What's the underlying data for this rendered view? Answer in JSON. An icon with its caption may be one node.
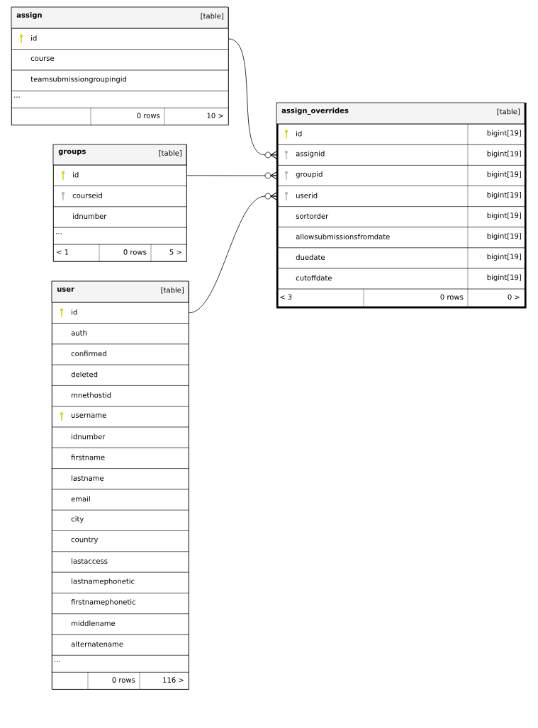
{
  "diagram": {
    "nodes": [
      {
        "text": [
          "assign",
          "[table]"
        ]
      },
      {
        "text": [
          "id"
        ],
        "in": 0
      },
      {
        "text": [
          "course"
        ],
        "in": 0
      },
      {
        "text": [
          "teamsubmissiongroupingid"
        ],
        "in": 0
      },
      {
        "text": [
          "..."
        ],
        "in": 0
      },
      {
        "text": [
          "0 rows",
          "10 >"
        ],
        "in": 0
      },
      {
        "text": [
          "assign_overrides",
          "[table]"
        ]
      },
      {
        "text": [
          "id",
          "bigint[19]"
        ],
        "in": 6
      },
      {
        "text": [
          "assignid",
          "bigint[19]"
        ],
        "in": 6
      },
      {
        "text": [
          "groupid",
          "bigint[19]"
        ],
        "in": 6
      },
      {
        "text": [
          "userid",
          "bigint[19]"
        ],
        "in": 6
      },
      {
        "text": [
          "sortorder",
          "bigint[19]"
        ],
        "in": 6
      },
      {
        "text": [
          "allowsubmissionsfromdate",
          "bigint[19]"
        ],
        "in": 6
      },
      {
        "text": [
          "duedate",
          "bigint[19]"
        ],
        "in": 6
      },
      {
        "text": [
          "cutoffdate",
          "bigint[19]"
        ],
        "in": 6
      },
      {
        "text": [
          "< 3",
          "0 rows",
          "0 >"
        ],
        "in": 6
      },
      {
        "text": [
          "groups",
          "[table]"
        ]
      },
      {
        "text": [
          "id"
        ],
        "in": 16
      },
      {
        "text": [
          "courseid"
        ],
        "in": 16
      },
      {
        "text": [
          "idnumber"
        ],
        "in": 16
      },
      {
        "text": [
          "..."
        ],
        "in": 16
      },
      {
        "text": [
          "< 1",
          "0 rows",
          "5 >"
        ],
        "in": 16
      },
      {
        "text": [
          "user",
          "[table]"
        ]
      },
      {
        "text": [
          "id"
        ],
        "in": 22
      },
      {
        "text": [
          "auth"
        ],
        "in": 22
      },
      {
        "text": [
          "confirmed"
        ],
        "in": 22
      },
      {
        "text": [
          "deleted"
        ],
        "in": 22
      },
      {
        "text": [
          "mnethostid"
        ],
        "in": 22
      },
      {
        "text": [
          "username"
        ],
        "in": 22
      },
      {
        "text": [
          "idnumber"
        ],
        "in": 22
      },
      {
        "text": [
          "firstname"
        ],
        "in": 22
      },
      {
        "text": [
          "lastname"
        ],
        "in": 22
      },
      {
        "text": [
          "email"
        ],
        "in": 22
      },
      {
        "text": [
          "city"
        ],
        "in": 22
      },
      {
        "text": [
          "country"
        ],
        "in": 22
      },
      {
        "text": [
          "lastaccess"
        ],
        "in": 22
      },
      {
        "text": [
          "lastnamephonetic"
        ],
        "in": 22
      },
      {
        "text": [
          "firstnamephonetic"
        ],
        "in": 22
      },
      {
        "text": [
          "middlename"
        ],
        "in": 22
      },
      {
        "text": [
          "alternatename"
        ],
        "in": 22
      },
      {
        "text": [
          "..."
        ],
        "in": 22
      },
      {
        "text": [
          "0 rows",
          "116 >"
        ],
        "in": 22
      }
    ],
    "edges": [
      {
        "from": 1,
        "to": 8,
        "arrow": "other"
      },
      {
        "from": 17,
        "to": 9,
        "arrow": "other"
      },
      {
        "from": 23,
        "to": 10,
        "arrow": "other"
      }
    ]
  }
}
